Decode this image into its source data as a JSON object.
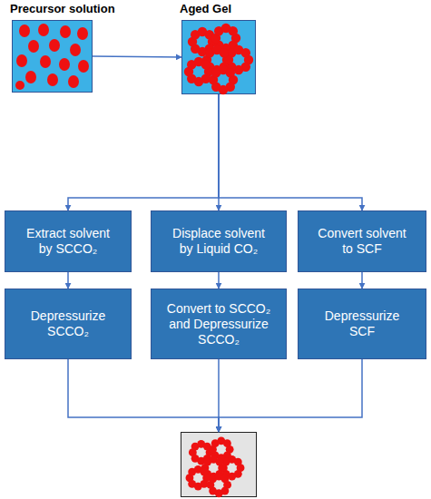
{
  "diagram": {
    "nodes": [
      {
        "text": [
          "Precursor solution"
        ]
      },
      {
        "text": [
          "Aged Gel"
        ]
      },
      {
        "text": [
          "Extract solvent by SCCO₂"
        ]
      },
      {
        "text": [
          "Displace solvent by Liquid CO₂"
        ]
      },
      {
        "text": [
          "Convert solvent to SCF"
        ]
      },
      {
        "text": [
          "Depressurize SCCO₂"
        ]
      },
      {
        "text": [
          "Convert to SCCO₂ and Depressurize SCCO₂"
        ]
      },
      {
        "text": [
          "Depressurize SCF"
        ]
      },
      {
        "text": []
      }
    ],
    "edges": [
      {
        "from": 0,
        "to": 1,
        "arrow": "to"
      },
      {
        "from": 1,
        "to": 2,
        "arrow": "to"
      },
      {
        "from": 1,
        "to": 3,
        "arrow": "to"
      },
      {
        "from": 1,
        "to": 4,
        "arrow": "to"
      },
      {
        "from": 2,
        "to": 5,
        "arrow": "to"
      },
      {
        "from": 3,
        "to": 6,
        "arrow": "to"
      },
      {
        "from": 4,
        "to": 7,
        "arrow": "to"
      },
      {
        "from": 5,
        "to": 8,
        "arrow": "to"
      },
      {
        "from": 6,
        "to": 8,
        "arrow": "to"
      },
      {
        "from": 7,
        "to": 8,
        "arrow": "to"
      }
    ]
  }
}
